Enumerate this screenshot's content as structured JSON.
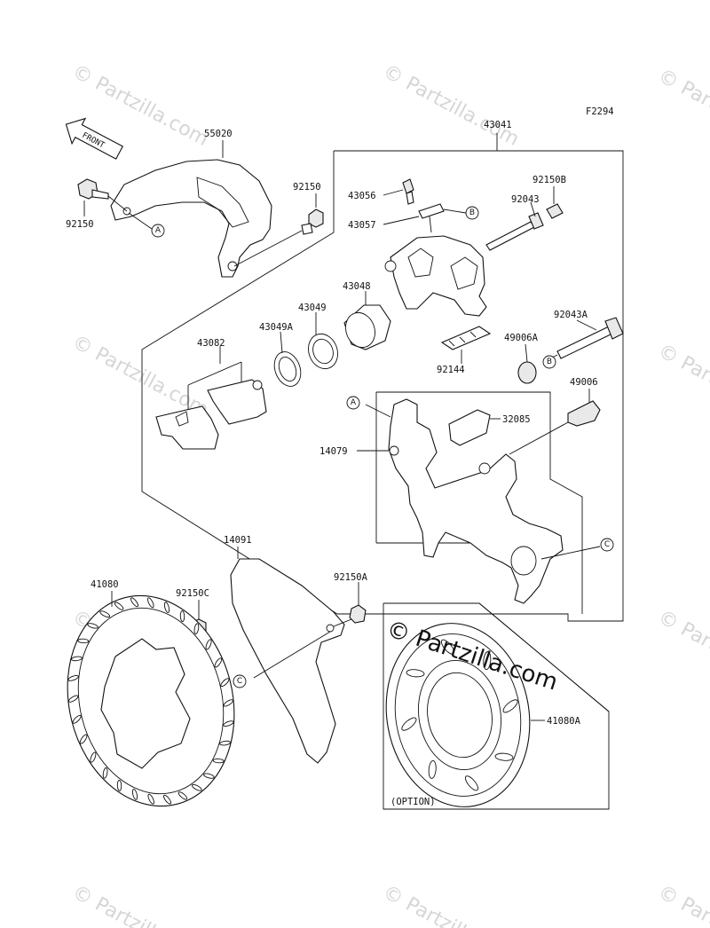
{
  "diagram_code": "F2294",
  "front_label": "FRONT",
  "watermark_small": "© Partzilla.com",
  "watermark_large": "© Partzilla.com",
  "option_label": "(OPTION)",
  "callouts": [
    "A",
    "B",
    "C"
  ],
  "parts": {
    "p55020": "55020",
    "p43041": "43041",
    "p92150_left": "92150",
    "p92150_right": "92150",
    "p43056": "43056",
    "p43057": "43057",
    "p92043": "92043",
    "p92150B": "92150B",
    "p43048": "43048",
    "p43049": "43049",
    "p43049A": "43049A",
    "p43082": "43082",
    "p92043A": "92043A",
    "p49006A": "49006A",
    "p92144": "92144",
    "p49006": "49006",
    "p32085": "32085",
    "p14079": "14079",
    "p14091": "14091",
    "p41080": "41080",
    "p92150C": "92150C",
    "p92150A": "92150A",
    "p41080A": "41080A"
  }
}
